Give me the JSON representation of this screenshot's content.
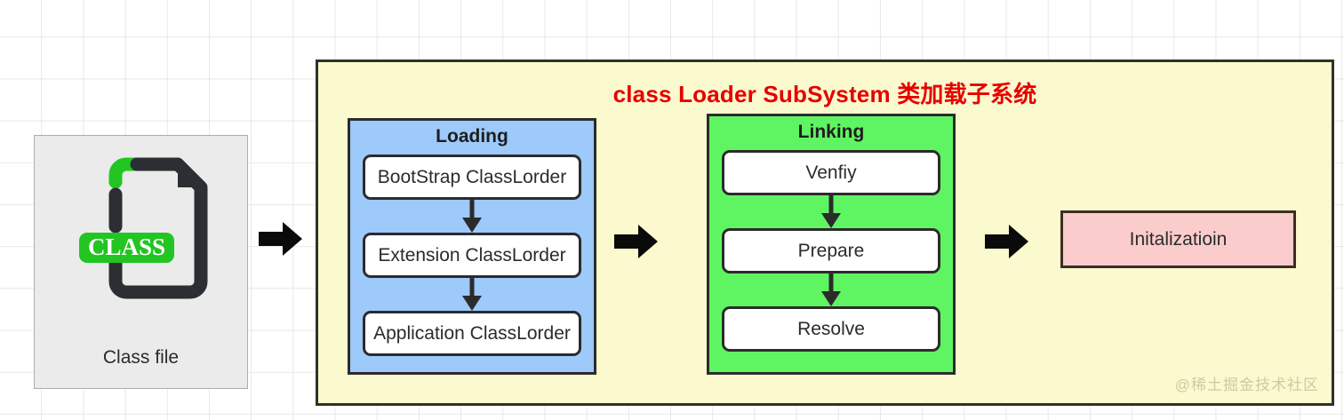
{
  "diagram": {
    "title": "class Loader SubSystem 类加载子系统",
    "title_color": "#e60000",
    "panel_color": "#fbf9ce"
  },
  "source": {
    "icon_name": "class-file-icon",
    "badge_text": "CLASS",
    "label": "Class file"
  },
  "arrows": {
    "arrow_1_name": "arrow-classfile-to-loading",
    "arrow_2_name": "arrow-loading-to-linking",
    "arrow_3_name": "arrow-linking-to-initialization"
  },
  "stages": [
    {
      "title": "Loading",
      "color": "#9dc9fb",
      "steps": [
        "BootStrap ClassLorder",
        "Extension ClassLorder",
        "Application ClassLorder"
      ]
    },
    {
      "title": "Linking",
      "color": "#5ff562",
      "steps": [
        "Venfiy",
        "Prepare",
        "Resolve"
      ]
    }
  ],
  "initialization": {
    "label": "Initalizatioin",
    "color": "#fbcccc"
  },
  "watermark": "@稀土掘金技术社区"
}
